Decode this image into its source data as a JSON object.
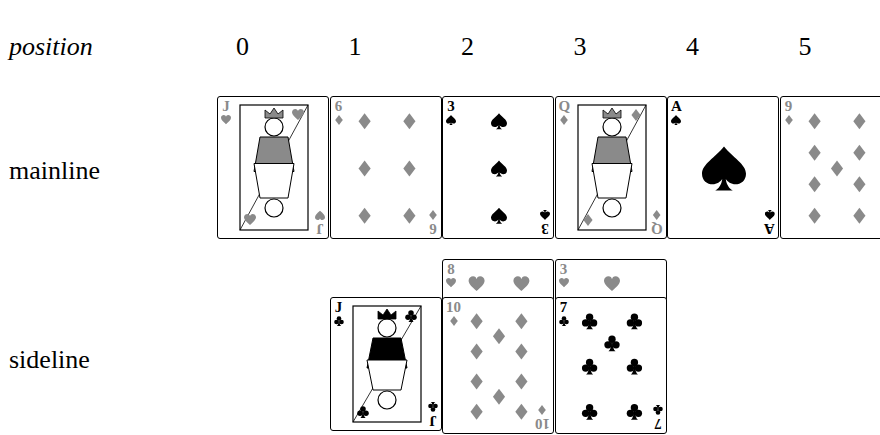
{
  "diagram": {
    "nodes": [
      {
        "text": [
          "J",
          "J"
        ]
      },
      {
        "text": [
          "6",
          "6"
        ]
      },
      {
        "text": [
          "3",
          "3"
        ]
      },
      {
        "text": [
          "Q",
          "Q"
        ]
      },
      {
        "text": [
          "A",
          "A"
        ]
      },
      {
        "text": [
          "9"
        ]
      },
      {
        "text": [
          "J",
          "J"
        ]
      },
      {
        "text": [
          "8"
        ]
      },
      {
        "text": [
          "10",
          "10"
        ]
      },
      {
        "text": [
          "3"
        ]
      },
      {
        "text": [
          "7",
          "7"
        ]
      }
    ],
    "labels": [
      "position",
      "0",
      "1",
      "2",
      "3",
      "4",
      "5",
      "mainline",
      "sideline"
    ]
  }
}
